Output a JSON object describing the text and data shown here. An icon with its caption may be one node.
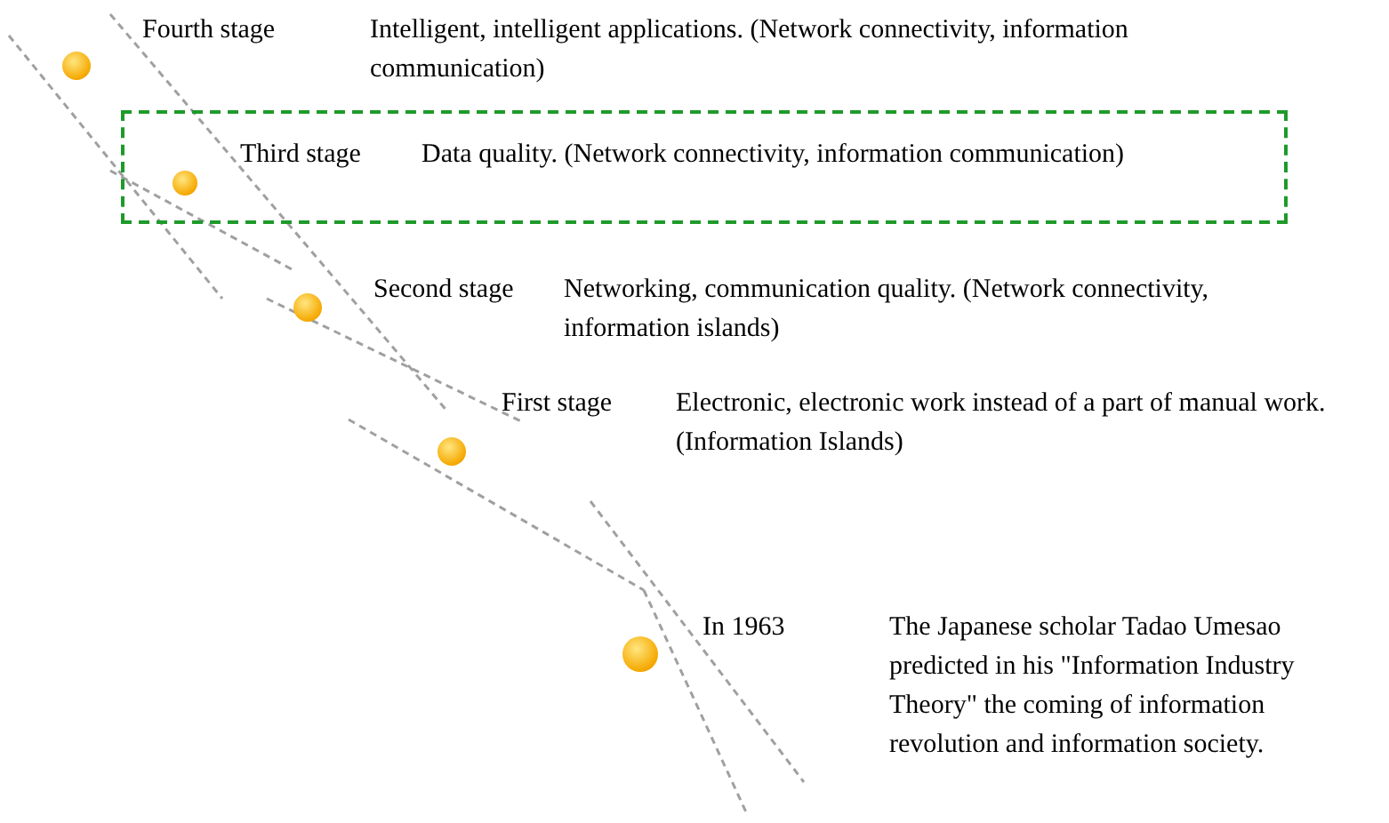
{
  "diagram": {
    "nodes": [
      {
        "text": [
          "Fourth stage",
          "Intelligent, intelligent applications. (Network connectivity, information communication)"
        ]
      },
      {
        "text": [],
        "shape": "box"
      },
      {
        "text": [
          "Third stage",
          "Data quality. (Network connectivity, information communication)"
        ],
        "in": 1
      },
      {
        "text": [
          "Second stage",
          "Networking, communication quality. (Network connectivity, information islands)"
        ]
      },
      {
        "text": [
          "First stage",
          "Electronic, electronic work instead of a part of manual work. (Information Islands)"
        ]
      },
      {
        "text": [
          "In 1963",
          "The Japanese scholar Tadao Umesao predicted in his \"Information Industry Theory\" the coming of information revolution and information society."
        ]
      }
    ],
    "edges": []
  }
}
